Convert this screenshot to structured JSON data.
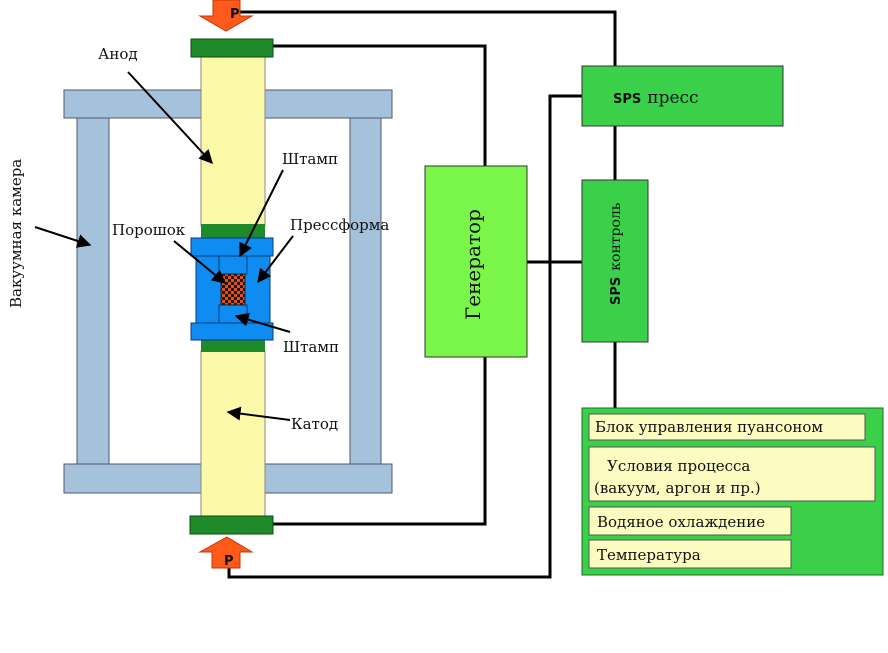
{
  "labels": {
    "anode": "Анод",
    "stamp_top": "Штамп",
    "powder": "Порошок",
    "mold": "Прессформа",
    "stamp_bottom": "Штамп",
    "cathode": "Катод",
    "vacuum_chamber": "Вакуумная камера",
    "pressure_top": "P",
    "pressure_bottom": "P",
    "generator": "Генератор"
  },
  "sps_press": {
    "prefix": "SPS",
    "text": "пресс"
  },
  "sps_control": {
    "prefix": "SPS",
    "text": "контроль"
  },
  "control_panel": {
    "punch_control": "Блок управления пуансоном",
    "process_conditions_line1": "Условия процесса",
    "process_conditions_line2": "(вакуум, аргон и пр.)",
    "water_cooling": "Водяное охлаждение",
    "temperature": "Температура"
  },
  "colors": {
    "chamber": "#a4c2dc",
    "electrode": "#fcf9a8",
    "electrode_cap": "#1f8a2a",
    "mold": "#0f8cf2",
    "generator": "#7af54a",
    "sps_box": "#3ad049",
    "panel_item": "#fcfcc0",
    "arrow": "#ff5a1a"
  }
}
